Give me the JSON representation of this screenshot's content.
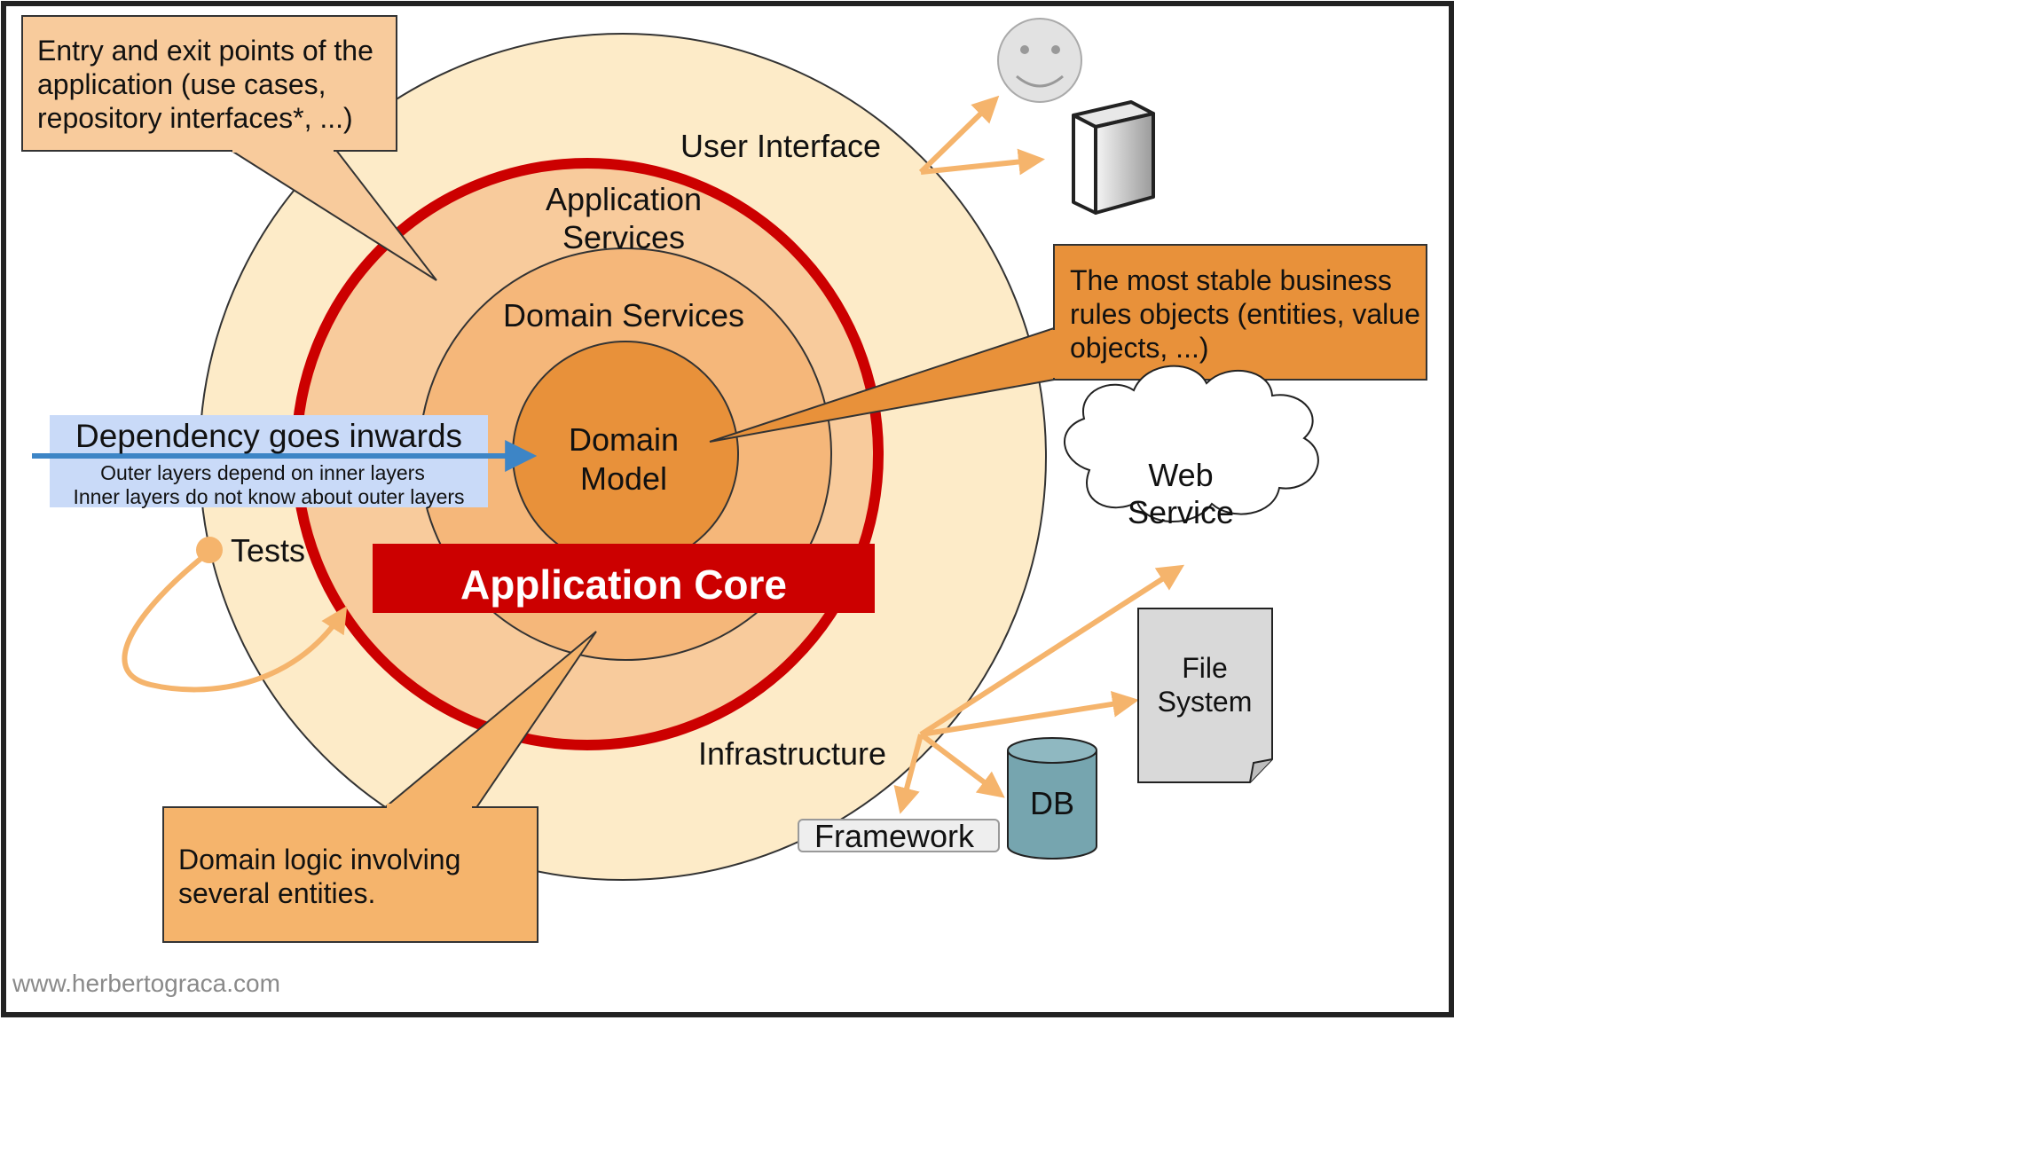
{
  "callouts": {
    "entry_exit": [
      "Entry and exit points of the",
      "application (use cases,",
      "repository interfaces*, ...)"
    ],
    "stable_rules": [
      "The most stable business",
      "rules objects (entities, value",
      "objects, ...)"
    ],
    "domain_logic": [
      "Domain logic involving",
      "several entities."
    ]
  },
  "layers": {
    "user_interface": "User Interface",
    "application_services": [
      "Application",
      "Services"
    ],
    "domain_services": "Domain Services",
    "domain_model": [
      "Domain",
      "Model"
    ],
    "infrastructure": "Infrastructure"
  },
  "banner": {
    "title": "Dependency goes inwards",
    "line1": "Outer layers depend on inner layers",
    "line2": "Inner layers do not know about outer layers"
  },
  "core_label": "Application Core",
  "tests_label": "Tests",
  "externals": {
    "web_service": [
      "Web",
      "Service"
    ],
    "file_system": [
      "File",
      "System"
    ],
    "db": "DB",
    "framework": "Framework"
  },
  "watermark": "www.herbertograca.com",
  "colors": {
    "outer_ring": "#fdebc8",
    "app_services_ring": "#f8cb9c",
    "domain_services_ring": "#f5b77a",
    "domain_model": "#e8913a",
    "core_red": "#cc0000",
    "arrow_orange": "#f5b46c",
    "banner_blue": "#c9daf8",
    "arrow_blue": "#3d85c6",
    "db_teal": "#76a5af"
  }
}
